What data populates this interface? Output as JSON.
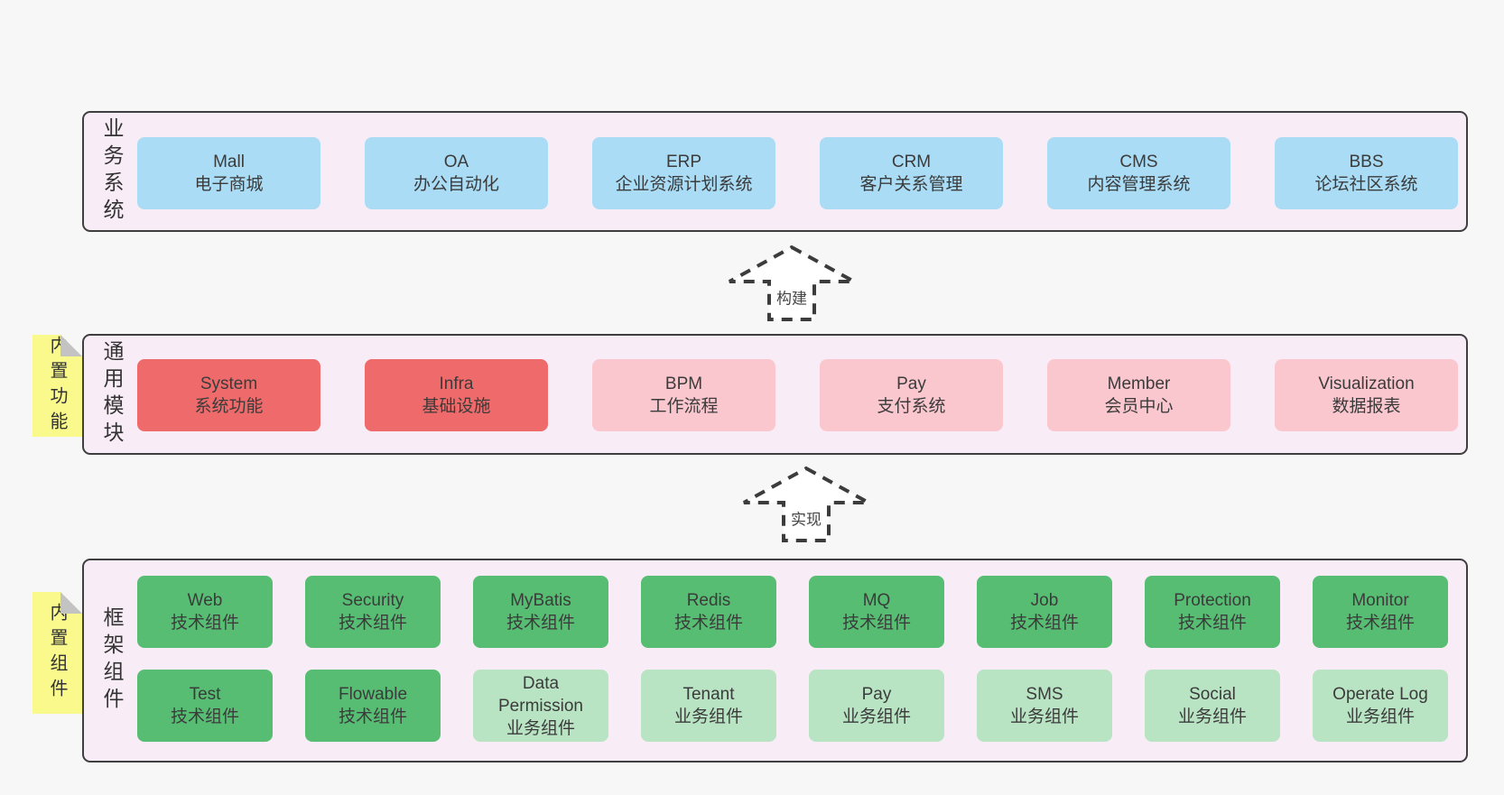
{
  "colors": {
    "page_bg": "#f7f7f7",
    "band_bg": "#f8edf6",
    "band_border": "#3f3f3f",
    "business_box_blue": "#aadcf5",
    "core_module_red": "#ef6b6b",
    "module_pink": "#fbc7cf",
    "tech_component_green": "#57bd73",
    "biz_component_light_green": "#b9e4c4",
    "sticky_note_yellow": "#fafa8c",
    "note_fold_gray": "#c3c3c3"
  },
  "arrows": [
    {
      "label": "构建"
    },
    {
      "label": "实现"
    }
  ],
  "bands": [
    {
      "id": "business-systems",
      "label": "业务系统",
      "boxes": [
        {
          "name": "Mall",
          "sub": "电子商城",
          "variant": "blue"
        },
        {
          "name": "OA",
          "sub": "办公自动化",
          "variant": "blue"
        },
        {
          "name": "ERP",
          "sub": "企业资源计划系统",
          "variant": "blue"
        },
        {
          "name": "CRM",
          "sub": "客户关系管理",
          "variant": "blue"
        },
        {
          "name": "CMS",
          "sub": "内容管理系统",
          "variant": "blue"
        },
        {
          "name": "BBS",
          "sub": "论坛社区系统",
          "variant": "blue"
        }
      ]
    },
    {
      "id": "common-modules",
      "label": "通用模块",
      "note": "内置功能",
      "boxes": [
        {
          "name": "System",
          "sub": "系统功能",
          "variant": "red"
        },
        {
          "name": "Infra",
          "sub": "基础设施",
          "variant": "red"
        },
        {
          "name": "BPM",
          "sub": "工作流程",
          "variant": "pink"
        },
        {
          "name": "Pay",
          "sub": "支付系统",
          "variant": "pink"
        },
        {
          "name": "Member",
          "sub": "会员中心",
          "variant": "pink"
        },
        {
          "name": "Visualization",
          "sub": "数据报表",
          "variant": "pink"
        }
      ]
    },
    {
      "id": "framework-components",
      "label": "框架组件",
      "note": "内置组件",
      "rows": [
        [
          {
            "name": "Web",
            "sub": "技术组件",
            "variant": "green"
          },
          {
            "name": "Security",
            "sub": "技术组件",
            "variant": "green"
          },
          {
            "name": "MyBatis",
            "sub": "技术组件",
            "variant": "green"
          },
          {
            "name": "Redis",
            "sub": "技术组件",
            "variant": "green"
          },
          {
            "name": "MQ",
            "sub": "技术组件",
            "variant": "green"
          },
          {
            "name": "Job",
            "sub": "技术组件",
            "variant": "green"
          },
          {
            "name": "Protection",
            "sub": "技术组件",
            "variant": "green"
          },
          {
            "name": "Monitor",
            "sub": "技术组件",
            "variant": "green"
          }
        ],
        [
          {
            "name": "Test",
            "sub": "技术组件",
            "variant": "green"
          },
          {
            "name": "Flowable",
            "sub": "技术组件",
            "variant": "green"
          },
          {
            "name": "Data Permission",
            "sub": "业务组件",
            "variant": "lightgreen"
          },
          {
            "name": "Tenant",
            "sub": "业务组件",
            "variant": "lightgreen"
          },
          {
            "name": "Pay",
            "sub": "业务组件",
            "variant": "lightgreen"
          },
          {
            "name": "SMS",
            "sub": "业务组件",
            "variant": "lightgreen"
          },
          {
            "name": "Social",
            "sub": "业务组件",
            "variant": "lightgreen"
          },
          {
            "name": "Operate Log",
            "sub": "业务组件",
            "variant": "lightgreen"
          }
        ]
      ]
    }
  ]
}
